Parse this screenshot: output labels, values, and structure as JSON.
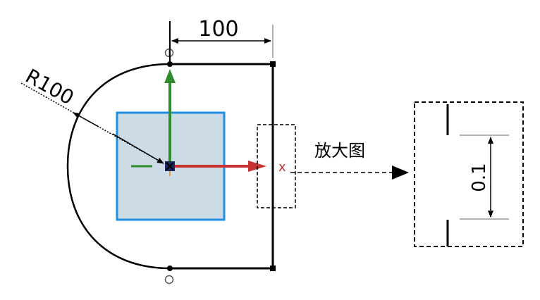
{
  "diagram": {
    "dimension_top": "100",
    "dimension_radius": "R100",
    "axis_x_label": "x",
    "magnify_label": "放大图",
    "detail_dimension": "0.1"
  },
  "colors": {
    "outline": "#000000",
    "square_fill": "#cddbe6",
    "square_stroke": "#1e8fe0",
    "y_axis": "#2e8b2e",
    "x_axis": "#c83232"
  }
}
